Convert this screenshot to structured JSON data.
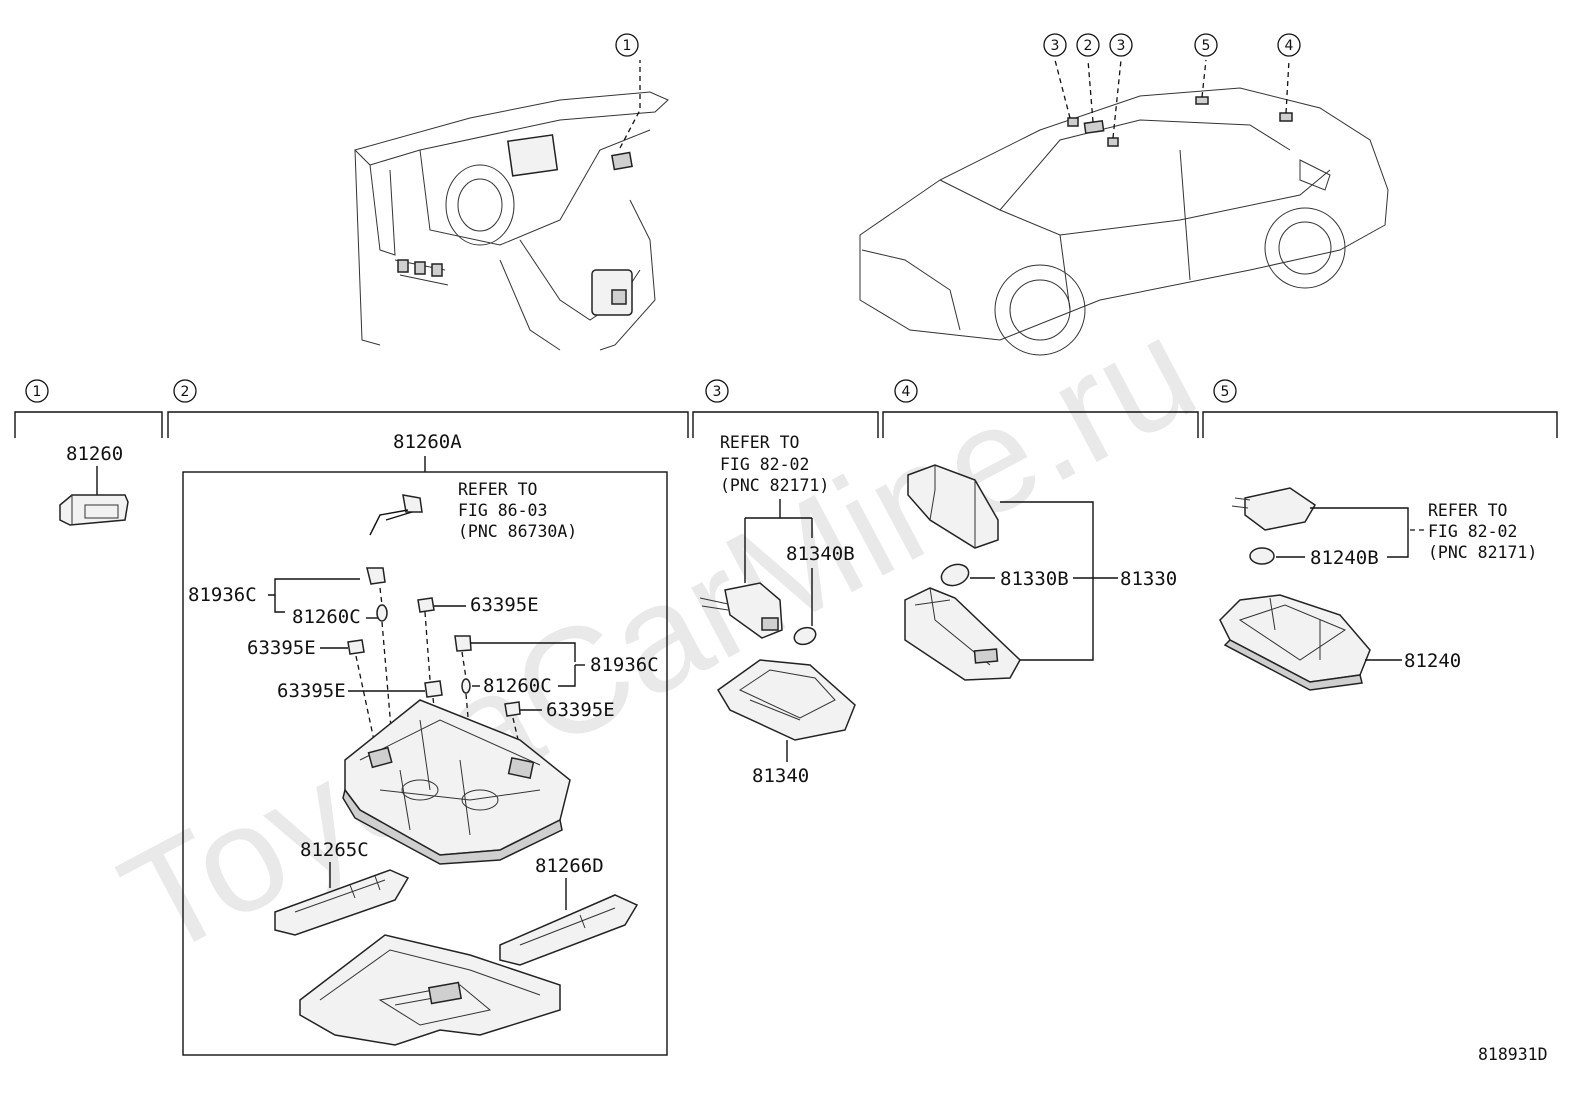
{
  "watermark": "ToyotaCarMine.ru",
  "figure_id": "818931D",
  "callouts": [
    "1",
    "2",
    "3",
    "4",
    "5"
  ],
  "sections": [
    {
      "id": "1",
      "parts": [
        "81260"
      ]
    },
    {
      "id": "2",
      "parts": [
        "81260A",
        "81936C",
        "81260C",
        "63395E",
        "63395E",
        "63395E",
        "81936C",
        "81260C",
        "63395E",
        "81265C",
        "81266D"
      ],
      "refer": [
        "REFER TO",
        "FIG 86-03",
        "(PNC 86730A)"
      ]
    },
    {
      "id": "3",
      "parts": [
        "81340B",
        "81340"
      ],
      "refer": [
        "REFER TO",
        "FIG 82-02",
        "(PNC 82171)"
      ]
    },
    {
      "id": "4",
      "parts": [
        "81330B",
        "81330"
      ]
    },
    {
      "id": "5",
      "parts": [
        "81240B",
        "81240"
      ],
      "refer": [
        "REFER TO",
        "FIG 82-02",
        "(PNC 82171)"
      ]
    }
  ]
}
